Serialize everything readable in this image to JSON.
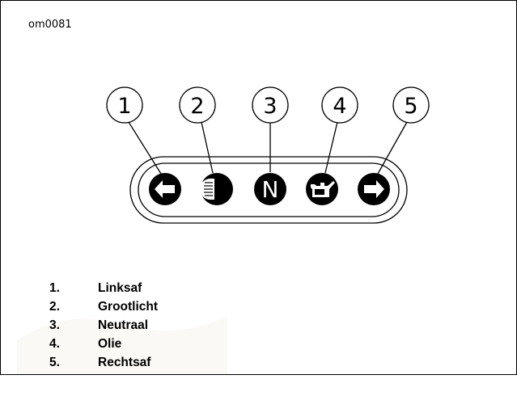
{
  "figure_code": "om0081",
  "callouts": [
    "1",
    "2",
    "3",
    "4",
    "5"
  ],
  "indicators": [
    {
      "name": "left-turn-icon",
      "glyph": "arrow-left"
    },
    {
      "name": "high-beam-icon",
      "glyph": "high-beam"
    },
    {
      "name": "neutral-icon",
      "glyph": "N"
    },
    {
      "name": "oil-icon",
      "glyph": "oil-can"
    },
    {
      "name": "right-turn-icon",
      "glyph": "arrow-right"
    }
  ],
  "legend": [
    {
      "number": "1.",
      "label": "Linksaf"
    },
    {
      "number": "2.",
      "label": "Grootlicht"
    },
    {
      "number": "3.",
      "label": "Neutraal"
    },
    {
      "number": "4.",
      "label": "Olie"
    },
    {
      "number": "5.",
      "label": "Rechtsaf"
    }
  ],
  "colors": {
    "ink": "#000000",
    "background": "#ffffff"
  }
}
